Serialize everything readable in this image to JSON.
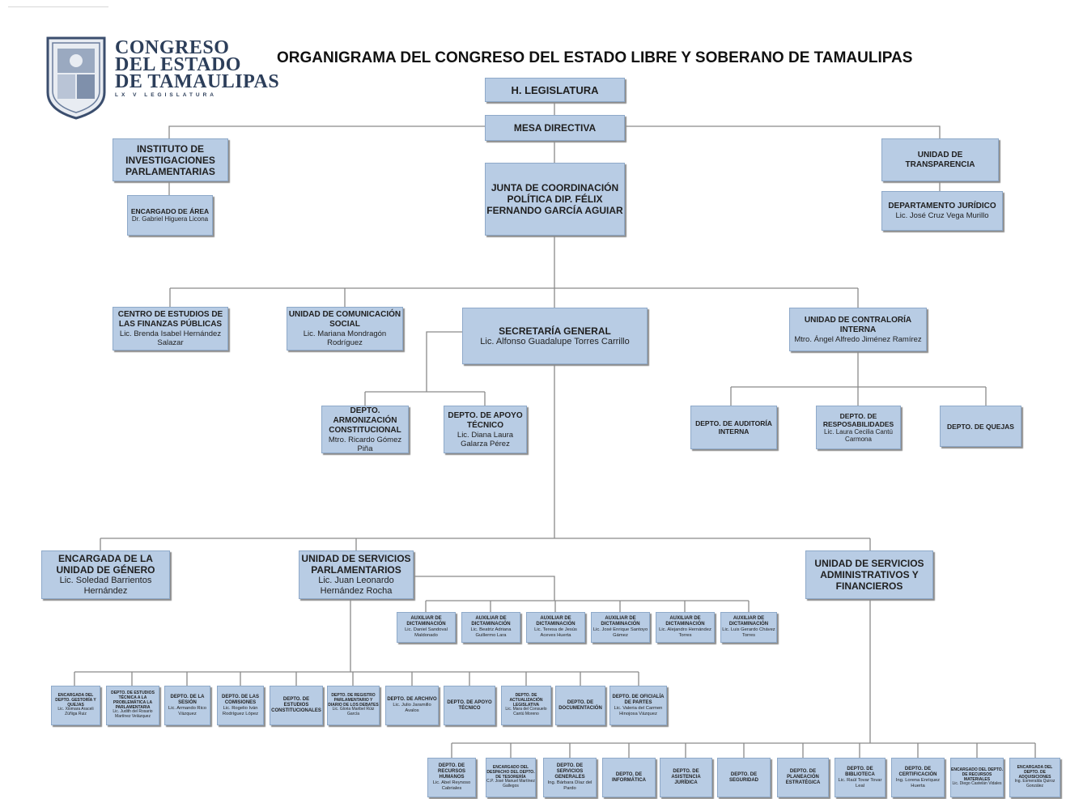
{
  "page_title": "ORGANIGRAMA DEL CONGRESO DEL ESTADO LIBRE Y SOBERANO DE TAMAULIPAS",
  "logo": {
    "lines": [
      "CONGRESO",
      "DEL ESTADO",
      "DE TAMAULIPAS"
    ],
    "subtitle": "LX V LEGISLATURA",
    "icon": "state-shield-seal"
  },
  "colors": {
    "box_fill": "#b8cce4",
    "box_border": "#8ea9c9",
    "connector": "#8a8a8a"
  },
  "nodes": {
    "legislatura": {
      "title": "H. LEGISLATURA",
      "person": ""
    },
    "mesa": {
      "title": "MESA DIRECTIVA",
      "person": ""
    },
    "instituto": {
      "title": "INSTITUTO DE INVESTIGACIONES PARLAMENTARIAS",
      "person": ""
    },
    "encargado_area": {
      "title": "ENCARGADO DE ÁREA",
      "person": "Dr. Gabriel Higuera Licona"
    },
    "junta": {
      "title": "JUNTA DE COORDINACIÓN POLÍTICA DIP. FÉLIX FERNANDO GARCÍA AGUIAR",
      "person": ""
    },
    "transparencia": {
      "title": "UNIDAD DE TRANSPARENCIA",
      "person": ""
    },
    "juridico": {
      "title": "DEPARTAMENTO JURÍDICO",
      "person": "Lic. José Cruz Vega Murillo"
    },
    "finanzas": {
      "title": "CENTRO DE ESTUDIOS DE LAS FINANZAS PÚBLICAS",
      "person": "Lic. Brenda Isabel Hernández Salazar"
    },
    "comunicacion": {
      "title": "UNIDAD DE COMUNICACIÓN SOCIAL",
      "person": "Lic. Mariana Mondragón Rodríguez"
    },
    "secretaria": {
      "title": "SECRETARÍA GENERAL",
      "person": "Lic. Alfonso Guadalupe Torres Carrillo"
    },
    "contraloria": {
      "title": "UNIDAD DE CONTRALORÍA INTERNA",
      "person": "Mtro. Ángel Alfredo Jiménez Ramírez"
    },
    "armonizacion": {
      "title": "DEPTO. ARMONIZACIÓN CONSTITUCIONAL",
      "person": "Mtro. Ricardo Gómez Piña"
    },
    "apoyo_tecnico": {
      "title": "DEPTO. DE APOYO TÉCNICO",
      "person": "Lic. Diana Laura Galarza Pérez"
    },
    "auditoria": {
      "title": "DEPTO. DE AUDITORÍA INTERNA",
      "person": ""
    },
    "responsabilidades": {
      "title": "DEPTO. DE RESPOSABILIDADES",
      "person": "Lic. Laura Cecilia Cantú Carmona"
    },
    "quejas": {
      "title": "DEPTO. DE QUEJAS",
      "person": ""
    },
    "genero": {
      "title": "ENCARGADA DE LA UNIDAD DE GÉNERO",
      "person": "Lic. Soledad Barrientos Hernández"
    },
    "parlamentarios": {
      "title": "UNIDAD DE SERVICIOS PARLAMENTARIOS",
      "person": "Lic. Juan Leonardo Hernández Rocha"
    },
    "administrativos": {
      "title": "UNIDAD DE SERVICIOS ADMINISTRATIVOS Y FINANCIEROS",
      "person": ""
    },
    "aux1": {
      "title": "AUXILIAR DE DICTAMINACIÓN",
      "person": "Lic. Daniel Sandoval Maldonado"
    },
    "aux2": {
      "title": "AUXILIAR DE DICTAMINACIÓN",
      "person": "Lic. Beatriz Adriana Guillermo Lara"
    },
    "aux3": {
      "title": "AUXILIAR DE DICTAMINACIÓN",
      "person": "Lic. Teresa de Jesús Aceves Huerta"
    },
    "aux4": {
      "title": "AUXILIAR DE DICTAMINACIÓN",
      "person": "Lic. José Enrique Santoyo Gámez"
    },
    "aux5": {
      "title": "AUXILIAR DE DICTAMINACIÓN",
      "person": "Lic. Alejandro Hernández Torres"
    },
    "aux6": {
      "title": "AUXILIAR DE DICTAMINACIÓN",
      "person": "Lic. Luis Gerardo Chávez Torres"
    },
    "sp1": {
      "title": "ENCARGADA DEL DEPTO. GESTORÍA Y QUEJAS",
      "person": "Lic. Xiomara Araceli Zúñiga Ruiz"
    },
    "sp2": {
      "title": "DEPTO. DE ESTUDIOS TÉCNICA A LA PROBLEMÁTICA LA PARLAMENTARIA",
      "person": "Lic. Judith del Rosario Martínez Velázquez"
    },
    "sp3": {
      "title": "DEPTO. DE LA SESIÓN",
      "person": "Lic. Armando Rico Vázquez"
    },
    "sp4": {
      "title": "DEPTO. DE LAS COMISIONES",
      "person": "Lic. Rogelio Iván Rodríguez López"
    },
    "sp5": {
      "title": "DEPTO. DE ESTUDIOS CONSTITUCIONALES",
      "person": ""
    },
    "sp6": {
      "title": "DEPTO. DE REGISTRO PARLAMENTARIO Y DIARIO DE LOS DEBATES",
      "person": "Lic. Gloria Maribel Rúiz García"
    },
    "sp7": {
      "title": "DEPTO. DE ARCHIVO",
      "person": "Lic. Julio Jaramillo Avalos"
    },
    "sp8": {
      "title": "DEPTO. DE APOYO TÉCNICO",
      "person": ""
    },
    "sp9": {
      "title": "DEPTO. DE ACTUALIZACIÓN LEGISLATIVA",
      "person": "Lic. Mara del Consuelo Cantú Moreno"
    },
    "sp10": {
      "title": "DEPTO. DE DOCUMENTACIÓN",
      "person": ""
    },
    "sp11": {
      "title": "DEPTO. DE OFICIALÍA DE PARTES",
      "person": "Lic. Valeria del Carmen Hinojosa Vázquez"
    },
    "sa1": {
      "title": "DEPTO. DE RECURSOS HUMANOS",
      "person": "Lic. Abel Reynoso Cabriales"
    },
    "sa2": {
      "title": "ENCARGADO DEL DESPACHO DEL DEPTO. DE TESORERÍA",
      "person": "C.P. José Manuel Martínez Gallegos"
    },
    "sa3": {
      "title": "DEPTO. DE SERVICIOS GENERALES",
      "person": "Ing. Bárbara Díaz del Pardo"
    },
    "sa4": {
      "title": "DEPTO. DE INFORMÁTICA",
      "person": ""
    },
    "sa5": {
      "title": "DEPTO. DE ASISTENCIA JURÍDICA",
      "person": ""
    },
    "sa6": {
      "title": "DEPTO. DE SEGURIDAD",
      "person": ""
    },
    "sa7": {
      "title": "DEPTO. DE PLANEACIÓN ESTRATÉGICA",
      "person": ""
    },
    "sa8": {
      "title": "DEPTO. DE BIBLIOTECA",
      "person": "Lic. Raúl Tovar Tovar Leal"
    },
    "sa9": {
      "title": "DEPTO. DE CERTIFICACIÓN",
      "person": "Ing. Lorena Enríquez Huerta"
    },
    "sa10": {
      "title": "ENCARGADO DEL DEPTO. DE RECURSOS MATERIALES",
      "person": "Lic. Diego Castelán Vidales"
    },
    "sa11": {
      "title": "ENCARGADA DEL DEPTO. DE ADQUISICIONES",
      "person": "Ing. Esmeralda Quiroz González"
    }
  }
}
